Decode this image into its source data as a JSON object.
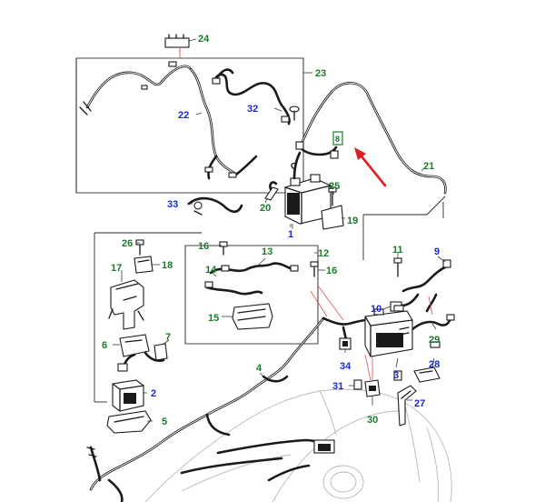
{
  "colors": {
    "green_label": "#1a7a2a",
    "blue_label": "#1a2ad0",
    "arrow": "#e02020",
    "line": "#1a1a1a"
  },
  "callouts": {
    "c1": "1",
    "c2": "2",
    "c3": "3",
    "c4": "4",
    "c5": "5",
    "c6": "6",
    "c7": "7",
    "c8": "8",
    "c9": "9",
    "c10": "10",
    "c11": "11",
    "c12": "12",
    "c13": "13",
    "c14": "14",
    "c15": "15",
    "c16a": "16",
    "c16b": "16",
    "c17": "17",
    "c18": "18",
    "c19": "19",
    "c20": "20",
    "c21": "21",
    "c22": "22",
    "c23": "23",
    "c24": "24",
    "c25": "25",
    "c26": "26",
    "c27": "27",
    "c28": "28",
    "c29": "29",
    "c30": "30",
    "c31": "31",
    "c32": "32",
    "c33": "33",
    "c34": "34"
  }
}
